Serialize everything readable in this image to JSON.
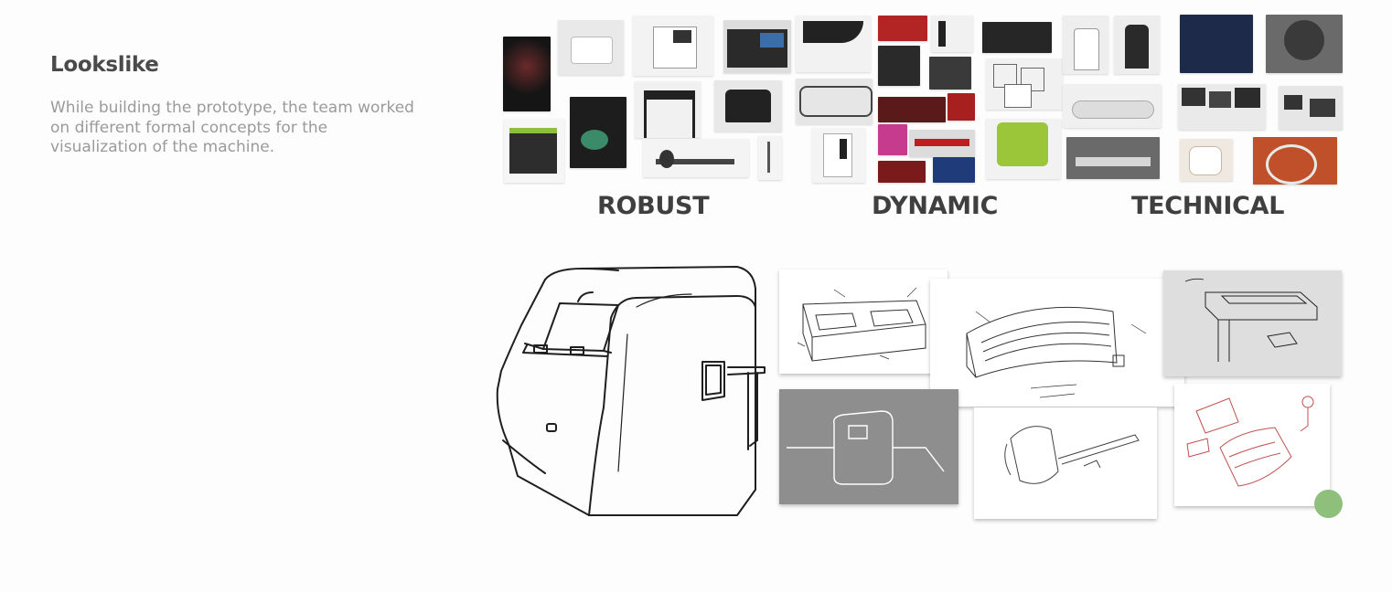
{
  "section": {
    "title": "Lookslike",
    "description": "While building the prototype, the team worked on different formal concepts for the visualization of the machine."
  },
  "moodboards": [
    {
      "label": "ROBUST"
    },
    {
      "label": "DYNAMIC"
    },
    {
      "label": "TECHNICAL"
    }
  ],
  "colors": {
    "accent_dot": "#8ec07c",
    "text_dark": "#4a4a4a",
    "text_muted": "#9a9a9a"
  }
}
